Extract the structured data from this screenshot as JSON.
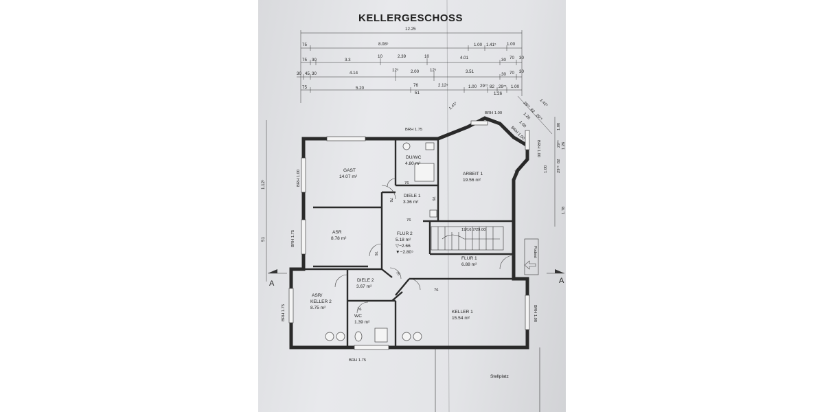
{
  "title": "KELLERGESCHOSS",
  "dimension_rows": [
    [
      "12.25"
    ],
    [
      "75",
      "8.08⁵",
      "1.00",
      "1.41⁵",
      "1.00"
    ],
    [
      "75",
      "30",
      "3.3",
      "10",
      "2.39",
      "10",
      "4.01",
      "30",
      "70",
      "30"
    ],
    [
      "30",
      "45",
      "30",
      "4.14",
      "12⁵",
      "2.00",
      "12⁵",
      "3.51",
      "30",
      "70",
      "30"
    ],
    [
      "75",
      "5.20",
      "76",
      "51",
      "2.12⁵",
      "1.00",
      "29⁷⁵",
      "82",
      "29⁷⁵",
      "1.26",
      "1.00"
    ]
  ],
  "window_labels": {
    "top": "BRH 1.75",
    "bay_top": "BRH 1.00",
    "bay_right": "BRH 1.00",
    "left_gast": "BRH 1.00",
    "left_asr": "BRH 1.75",
    "left_keller2": "BRH 1.75",
    "bottom": "BRH 1.75",
    "right_keller1": "BRH 1.00",
    "bay_diag": "BRH 1.00",
    "bay_diag2": "BRH 1.00"
  },
  "rooms": [
    {
      "name": "GAST",
      "area": "14.07 m²"
    },
    {
      "name": "DU/WC",
      "area": "4.80 m²"
    },
    {
      "name": "ARBEIT 1",
      "area": "19.56 m²"
    },
    {
      "name": "DIELE 1",
      "area": "3.36 m²"
    },
    {
      "name": "ASR",
      "area": "8.78 m²"
    },
    {
      "name": "FLUR 2",
      "area": "5.18 m²",
      "levels": [
        "▽−2.66",
        "▼−2.80⁵"
      ]
    },
    {
      "name": "FLUR 1",
      "area": "6.88 m²"
    },
    {
      "name": "DIELE 2",
      "area": "3.67 m²"
    },
    {
      "name": "ASR/",
      "name2": "KELLER 2",
      "area": "8.75 m²"
    },
    {
      "name": "WC",
      "area": "1.39 m²"
    },
    {
      "name": "KELLER 1",
      "area": "15.54 m²"
    }
  ],
  "door_widths": [
    "76",
    "76",
    "76",
    "76",
    "76",
    "76",
    "76",
    "76"
  ],
  "stair_label": "19/16.7/29.00",
  "entrance_label": "Podest",
  "section_marker": "A",
  "section_marker_right": "A",
  "outside_label": "Stellplatz",
  "side_dims_left": [
    "1.12⁵",
    "51"
  ],
  "side_dims_right": [
    "1.00",
    "29⁷⁵",
    "82",
    "29⁷⁵",
    "1.26",
    "1.00",
    "1.78"
  ],
  "bay_dims": [
    "1.41⁵",
    "29⁷⁵",
    "82",
    "29⁷⁵",
    "1.26",
    "1.00"
  ],
  "colors": {
    "paper": "#e3e4e7",
    "ink": "#222222",
    "background": "#ffffff"
  }
}
